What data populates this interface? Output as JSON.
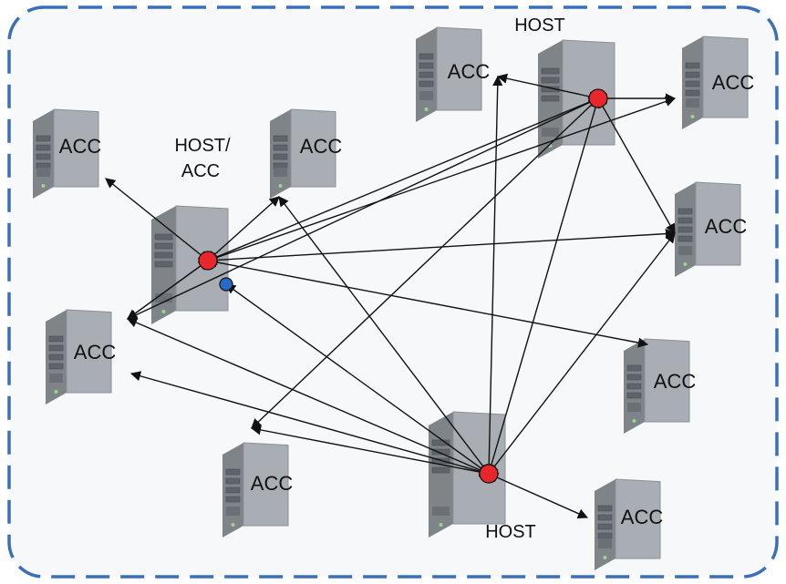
{
  "diagram": {
    "colors": {
      "border": "#3b6fb8",
      "background": "#f6f8fa",
      "server_side": "#7f8489",
      "server_front": "#a8aeb4",
      "server_top": "#d0d4d8",
      "hub_red": "#e8262b",
      "hub_blue": "#2a69c4",
      "edge": "#111111"
    },
    "nodes": [
      {
        "id": "acc1",
        "label": "ACC",
        "role": "acc"
      },
      {
        "id": "acc2",
        "label": "ACC",
        "role": "acc"
      },
      {
        "id": "acc3",
        "label": "ACC",
        "role": "acc"
      },
      {
        "id": "acc4",
        "label": "ACC",
        "role": "acc"
      },
      {
        "id": "acc5",
        "label": "ACC",
        "role": "acc"
      },
      {
        "id": "acc6",
        "label": "ACC",
        "role": "acc"
      },
      {
        "id": "acc7",
        "label": "ACC",
        "role": "acc"
      },
      {
        "id": "acc8",
        "label": "ACC",
        "role": "acc"
      },
      {
        "id": "acc9",
        "label": "ACC",
        "role": "acc"
      },
      {
        "id": "acc10",
        "label": "ACC",
        "role": "acc"
      },
      {
        "id": "hostacc",
        "label_line1": "HOST/",
        "label_line2": "ACC",
        "role": "host-acc"
      },
      {
        "id": "host_top",
        "label": "HOST",
        "role": "host"
      },
      {
        "id": "host_bottom",
        "label": "HOST",
        "role": "host"
      }
    ],
    "edges": [
      {
        "from": "hostacc",
        "to": "acc1"
      },
      {
        "from": "hostacc",
        "to": "acc2"
      },
      {
        "from": "hostacc",
        "to": "acc4"
      },
      {
        "from": "hostacc",
        "to": "acc5"
      },
      {
        "from": "hostacc",
        "to": "acc6"
      },
      {
        "from": "hostacc",
        "to": "acc7"
      },
      {
        "from": "hostacc",
        "to": "host_top"
      },
      {
        "from": "host_bottom",
        "to": "hostacc"
      },
      {
        "from": "host_bottom",
        "to": "acc3"
      },
      {
        "from": "host_bottom",
        "to": "acc5"
      },
      {
        "from": "host_bottom",
        "to": "acc6"
      },
      {
        "from": "host_bottom",
        "to": "acc8"
      },
      {
        "from": "host_bottom",
        "to": "acc9"
      },
      {
        "from": "host_bottom",
        "to": "acc10"
      },
      {
        "from": "host_bottom",
        "to": "acc2"
      },
      {
        "from": "host_top",
        "to": "acc3"
      },
      {
        "from": "host_top",
        "to": "acc4"
      },
      {
        "from": "host_top",
        "to": "acc5"
      },
      {
        "from": "host_top",
        "to": "acc6"
      },
      {
        "from": "host_top",
        "to": "acc8"
      },
      {
        "from": "host_top",
        "to": "host_bottom"
      }
    ]
  }
}
